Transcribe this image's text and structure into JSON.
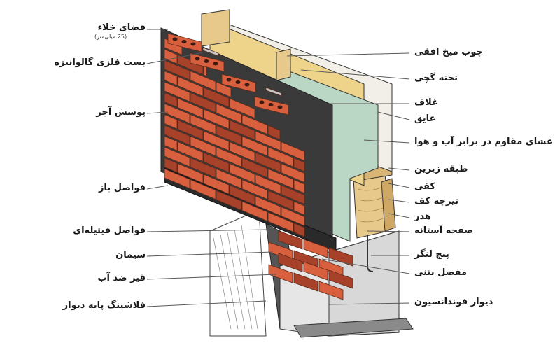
{
  "labels_left": [
    {
      "id": "air-space",
      "text": "فضای خلاء",
      "sub": "(25 میلی‌متر)"
    },
    {
      "id": "galvanized-tie",
      "text": "بست فلزی  گالوانیزه"
    },
    {
      "id": "brick-veneer",
      "text": "پوشش آجر"
    },
    {
      "id": "open-joints",
      "text": "فواصل باز"
    },
    {
      "id": "fillet-joints",
      "text": "فواصل فیتیله‌ای"
    },
    {
      "id": "cement",
      "text": "سیمان"
    },
    {
      "id": "bitumen",
      "text": "قیر ضد آب"
    },
    {
      "id": "base-flashing",
      "text": "فلاشینگ پایه دیوار"
    }
  ],
  "labels_right": [
    {
      "id": "wood-stud",
      "text": "چوب میخ افقی"
    },
    {
      "id": "gypsum-board",
      "text": "تخته گچی"
    },
    {
      "id": "sheathing",
      "text": "غلاف"
    },
    {
      "id": "insulation",
      "text": "عایق"
    },
    {
      "id": "weather-barrier",
      "text": "غشای مقاوم در برابر آب و هوا"
    },
    {
      "id": "subfloor",
      "text": "طبقه زیرین"
    },
    {
      "id": "floor",
      "text": "کفی"
    },
    {
      "id": "floor-joist",
      "text": "تیرچه کف"
    },
    {
      "id": "waste",
      "text": "هدر"
    },
    {
      "id": "sill-plate",
      "text": "صفحه آستانه"
    },
    {
      "id": "anchor-bolt",
      "text": "پیچ لنگر"
    },
    {
      "id": "concrete-joint",
      "text": "مفصل بتنی"
    },
    {
      "id": "foundation-wall",
      "text": "دیوار فوندانسیون"
    }
  ],
  "colors": {
    "brick": "#d9603e",
    "brick_dark": "#a8412a",
    "mortar": "#e8d9c8",
    "sheathing": "#3a3a3a",
    "wrap": "#b9d7c4",
    "wood": "#e8c98c",
    "concrete": "#e6e6e6",
    "leader": "#5a5a5a"
  }
}
